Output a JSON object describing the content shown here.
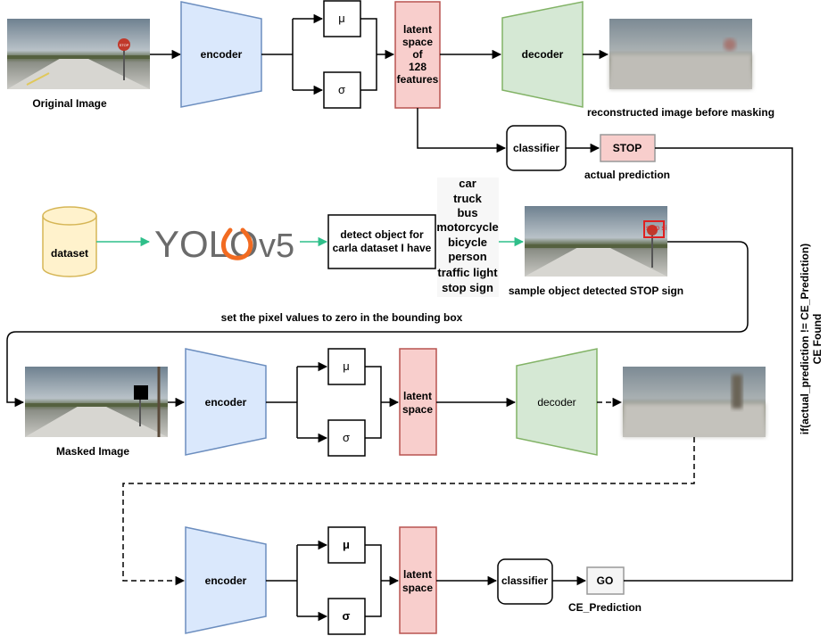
{
  "row1": {
    "original_caption": "Original Image",
    "encoder": "encoder",
    "mu": "μ",
    "sigma": "σ",
    "latent_lines": [
      "latent",
      "space",
      "of",
      "128",
      "features"
    ],
    "decoder": "decoder",
    "recon_caption": "reconstructed image before masking",
    "classifier": "classifier",
    "stop": "STOP",
    "actual_prediction": "actual prediction",
    "stop_sign_text": "STOP"
  },
  "row2": {
    "dataset": "dataset",
    "yolo_text": "YOLO",
    "yolo_version": "v5",
    "detect_lines": [
      "detect object for",
      "carla dataset I have"
    ],
    "classes": [
      "car",
      "truck",
      "bus",
      "motorcycle",
      "bicycle",
      "person",
      "traffic light",
      "stop sign"
    ],
    "sample_caption": "sample object detected STOP sign",
    "detection_label": "stop si",
    "mask_instruction": "set the pixel values to zero in the bounding box"
  },
  "row3": {
    "masked_caption": "Masked Image",
    "encoder": "encoder",
    "mu": "μ",
    "sigma": "σ",
    "latent_lines": [
      "latent",
      "space"
    ],
    "decoder": "decoder"
  },
  "row4": {
    "encoder": "encoder",
    "mu": "μ",
    "sigma": "σ",
    "latent_lines": [
      "latent",
      "space"
    ],
    "classifier": "classifier",
    "go": "GO",
    "ce_prediction": "CE_Prediction"
  },
  "side_label_lines": [
    "if(actual_prediction != CE_Prediction)",
    "CE Found"
  ],
  "colors": {
    "encoder_fill": "#dae8fc",
    "encoder_stroke": "#6c8ebf",
    "decoder_fill": "#d5e8d4",
    "decoder_stroke": "#82b366",
    "latent_fill": "#f8cecc",
    "latent_stroke": "#b85450",
    "dataset_fill": "#fff2cc",
    "dataset_stroke": "#d6b656",
    "arrow_green": "#2fbf8a",
    "yolo_orange": "#f26b21",
    "yolo_gray": "#6b6b6b"
  }
}
